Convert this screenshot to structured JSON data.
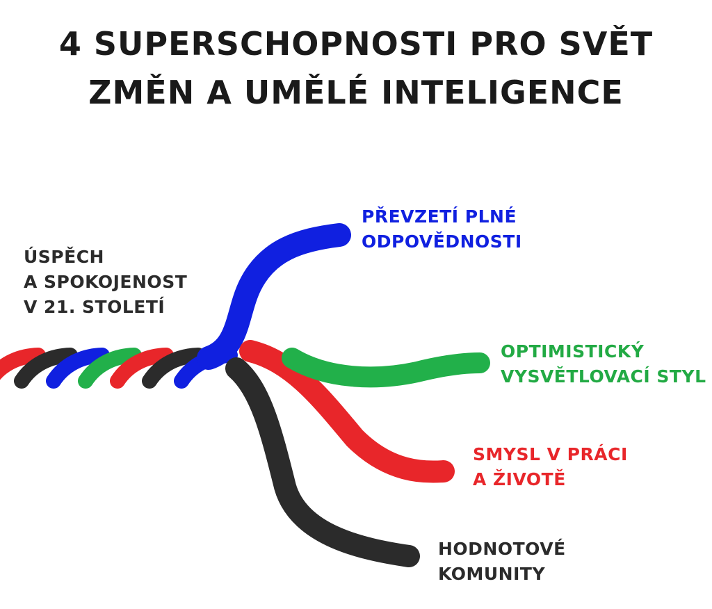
{
  "title": {
    "line1": "4 SUPERSCHOPNOSTI PRO SVĚT",
    "line2": "ZMĚN A UMĚLÉ INTELIGENCE"
  },
  "root": {
    "lines": [
      "ÚSPĚCH",
      "A SPOKOJENOST",
      "V 21. STOLETÍ"
    ],
    "color": "#2b2b2b"
  },
  "branches": [
    {
      "lines": [
        "PŘEVZETÍ PLNÉ",
        "ODPOVĚDNOSTI"
      ],
      "color": "#1020e0"
    },
    {
      "lines": [
        "OPTIMISTICKÝ",
        "VYSVĚTLOVACÍ STYL"
      ],
      "color": "#22aa44"
    },
    {
      "lines": [
        "SMYSL V PRÁCI",
        "A ŽIVOTĚ"
      ],
      "color": "#e8262a"
    },
    {
      "lines": [
        "HODNOTOVÉ",
        "KOMUNITY"
      ],
      "color": "#2b2b2b"
    }
  ]
}
